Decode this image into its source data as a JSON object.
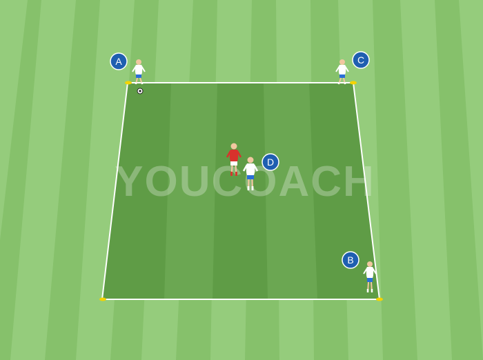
{
  "watermark": {
    "text": "YOUCOACH"
  },
  "colors": {
    "grass_light": "#8fc774",
    "grass_dark": "#7cba62",
    "area_dark": "#5e9a45",
    "area_light": "#6fa957",
    "lines": "#ffffff",
    "cone": "#f4d400",
    "badge": "#1f5fb0",
    "team_white_shirt": "#ffffff",
    "team_white_shorts": "#2a6fd6",
    "team_red_shirt": "#d8322c",
    "team_red_shorts": "#ffffff"
  },
  "players": [
    {
      "label": "A",
      "team": "white",
      "has_ball": true
    },
    {
      "label": "C",
      "team": "white",
      "has_ball": false
    },
    {
      "label": "D",
      "team": "white",
      "has_ball": false
    },
    {
      "label": "B",
      "team": "white",
      "has_ball": false
    },
    {
      "label": "",
      "team": "red",
      "has_ball": false
    }
  ],
  "icons": [
    "player-figure-icon",
    "ball-icon",
    "cone-icon"
  ]
}
